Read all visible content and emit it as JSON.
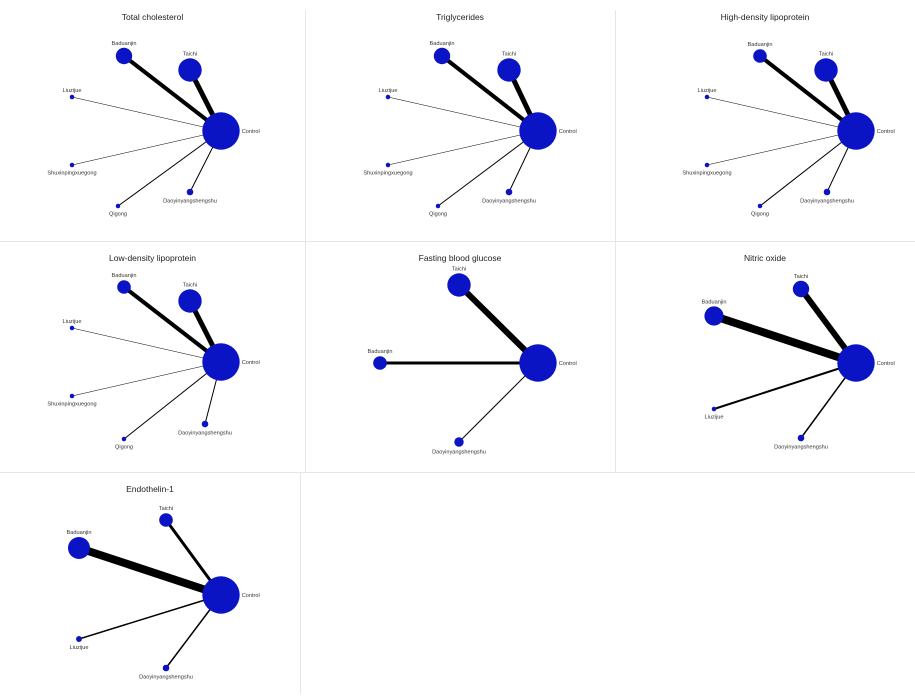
{
  "colors": {
    "node": "#0b14c4",
    "edge": "#000000"
  },
  "networks": [
    {
      "title": "Total cholesterol",
      "nodes": [
        {
          "id": "Control",
          "label": "Control",
          "size": 5
        },
        {
          "id": "Baduanjin",
          "label": "Baduanjin",
          "size": 2
        },
        {
          "id": "Taichi",
          "label": "Taichi",
          "size": 3
        },
        {
          "id": "Liuzijue",
          "label": "Liuzijue",
          "size": 0.3
        },
        {
          "id": "Shuxinpingxuegong",
          "label": "Shuxinpingxuegong",
          "size": 0.3
        },
        {
          "id": "Qigong",
          "label": "Qigong",
          "size": 0.3
        },
        {
          "id": "Daoyinyangshengshu",
          "label": "Daoyinyangshengshu",
          "size": 0.6
        }
      ],
      "edges": [
        {
          "from": "Baduanjin",
          "to": "Control",
          "weight": 4
        },
        {
          "from": "Taichi",
          "to": "Control",
          "weight": 5
        },
        {
          "from": "Liuzijue",
          "to": "Control",
          "weight": 0.5
        },
        {
          "from": "Shuxinpingxuegong",
          "to": "Control",
          "weight": 0.5
        },
        {
          "from": "Qigong",
          "to": "Control",
          "weight": 1
        },
        {
          "from": "Daoyinyangshengshu",
          "to": "Control",
          "weight": 1
        }
      ]
    },
    {
      "title": "Triglycerides",
      "nodes": [
        {
          "id": "Control",
          "label": "Control",
          "size": 5
        },
        {
          "id": "Baduanjin",
          "label": "Baduanjin",
          "size": 2
        },
        {
          "id": "Taichi",
          "label": "Taichi",
          "size": 3
        },
        {
          "id": "Liuzijue",
          "label": "Liuzijue",
          "size": 0.3
        },
        {
          "id": "Shuxinpingxuegong",
          "label": "Shuxinpingxuegong",
          "size": 0.3
        },
        {
          "id": "Qigong",
          "label": "Qigong",
          "size": 0.3
        },
        {
          "id": "Daoyinyangshengshu",
          "label": "Daoyinyangshengshu",
          "size": 0.6
        }
      ],
      "edges": [
        {
          "from": "Baduanjin",
          "to": "Control",
          "weight": 4
        },
        {
          "from": "Taichi",
          "to": "Control",
          "weight": 5
        },
        {
          "from": "Liuzijue",
          "to": "Control",
          "weight": 0.5
        },
        {
          "from": "Shuxinpingxuegong",
          "to": "Control",
          "weight": 0.5
        },
        {
          "from": "Qigong",
          "to": "Control",
          "weight": 1
        },
        {
          "from": "Daoyinyangshengshu",
          "to": "Control",
          "weight": 1
        }
      ]
    },
    {
      "title": "High-density lipoprotein",
      "nodes": [
        {
          "id": "Control",
          "label": "Control",
          "size": 5
        },
        {
          "id": "Baduanjin",
          "label": "Baduanjin",
          "size": 1.6
        },
        {
          "id": "Taichi",
          "label": "Taichi",
          "size": 3
        },
        {
          "id": "Liuzijue",
          "label": "Liuzijue",
          "size": 0.3
        },
        {
          "id": "Shuxinpingxuegong",
          "label": "Shuxinpingxuegong",
          "size": 0.3
        },
        {
          "id": "Qigong",
          "label": "Qigong",
          "size": 0.3
        },
        {
          "id": "Daoyinyangshengshu",
          "label": "Daoyinyangshengshu",
          "size": 0.6
        }
      ],
      "edges": [
        {
          "from": "Baduanjin",
          "to": "Control",
          "weight": 4
        },
        {
          "from": "Taichi",
          "to": "Control",
          "weight": 5
        },
        {
          "from": "Liuzijue",
          "to": "Control",
          "weight": 0.5
        },
        {
          "from": "Shuxinpingxuegong",
          "to": "Control",
          "weight": 0.5
        },
        {
          "from": "Qigong",
          "to": "Control",
          "weight": 1
        },
        {
          "from": "Daoyinyangshengshu",
          "to": "Control",
          "weight": 1
        }
      ]
    },
    {
      "title": "Low-density lipoprotein",
      "nodes": [
        {
          "id": "Control",
          "label": "Control",
          "size": 5
        },
        {
          "id": "Baduanjin",
          "label": "Baduanjin",
          "size": 1.6
        },
        {
          "id": "Taichi",
          "label": "Taichi",
          "size": 3
        },
        {
          "id": "Liuzijue",
          "label": "Liuzijue",
          "size": 0.3
        },
        {
          "id": "Shuxinpingxuegong",
          "label": "Shuxinpingxuegong",
          "size": 0.3
        },
        {
          "id": "Qigong",
          "label": "Qigong",
          "size": 0.3
        },
        {
          "id": "Daoyinyangshengshu",
          "label": "Daoyinyangshengshu",
          "size": 0.6
        }
      ],
      "edges": [
        {
          "from": "Baduanjin",
          "to": "Control",
          "weight": 4
        },
        {
          "from": "Taichi",
          "to": "Control",
          "weight": 5
        },
        {
          "from": "Liuzijue",
          "to": "Control",
          "weight": 0.5
        },
        {
          "from": "Shuxinpingxuegong",
          "to": "Control",
          "weight": 0.5
        },
        {
          "from": "Qigong",
          "to": "Control",
          "weight": 1
        },
        {
          "from": "Daoyinyangshengshu",
          "to": "Control",
          "weight": 1
        }
      ]
    },
    {
      "title": "Fasting blood glucose",
      "nodes": [
        {
          "id": "Control",
          "label": "Control",
          "size": 5
        },
        {
          "id": "Taichi",
          "label": "Taichi",
          "size": 3
        },
        {
          "id": "Baduanjin",
          "label": "Baduanjin",
          "size": 1.6
        },
        {
          "id": "Daoyinyangshengshu",
          "label": "Daoyinyangshengshu",
          "size": 1
        }
      ],
      "edges": [
        {
          "from": "Taichi",
          "to": "Control",
          "weight": 6
        },
        {
          "from": "Baduanjin",
          "to": "Control",
          "weight": 3
        },
        {
          "from": "Daoyinyangshengshu",
          "to": "Control",
          "weight": 1
        }
      ]
    },
    {
      "title": "Nitric oxide",
      "nodes": [
        {
          "id": "Control",
          "label": "Control",
          "size": 5
        },
        {
          "id": "Taichi",
          "label": "Taichi",
          "size": 2
        },
        {
          "id": "Baduanjin",
          "label": "Baduanjin",
          "size": 2.4
        },
        {
          "id": "Liuzijue",
          "label": "Liuzijue",
          "size": 0.3
        },
        {
          "id": "Daoyinyangshengshu",
          "label": "Daoyinyangshengshu",
          "size": 0.6
        }
      ],
      "edges": [
        {
          "from": "Taichi",
          "to": "Control",
          "weight": 6
        },
        {
          "from": "Baduanjin",
          "to": "Control",
          "weight": 8
        },
        {
          "from": "Liuzijue",
          "to": "Control",
          "weight": 2
        },
        {
          "from": "Daoyinyangshengshu",
          "to": "Control",
          "weight": 1.5
        }
      ]
    },
    {
      "title": "Endothelin-1",
      "nodes": [
        {
          "id": "Control",
          "label": "Control",
          "size": 5
        },
        {
          "id": "Taichi",
          "label": "Taichi",
          "size": 1.6
        },
        {
          "id": "Baduanjin",
          "label": "Baduanjin",
          "size": 2.8
        },
        {
          "id": "Liuzijue",
          "label": "Liuzijue",
          "size": 0.5
        },
        {
          "id": "Daoyinyangshengshu",
          "label": "Daoyinyangshengshu",
          "size": 0.6
        }
      ],
      "edges": [
        {
          "from": "Taichi",
          "to": "Control",
          "weight": 3
        },
        {
          "from": "Baduanjin",
          "to": "Control",
          "weight": 8
        },
        {
          "from": "Liuzijue",
          "to": "Control",
          "weight": 1.5
        },
        {
          "from": "Daoyinyangshengshu",
          "to": "Control",
          "weight": 1.5
        }
      ]
    }
  ]
}
